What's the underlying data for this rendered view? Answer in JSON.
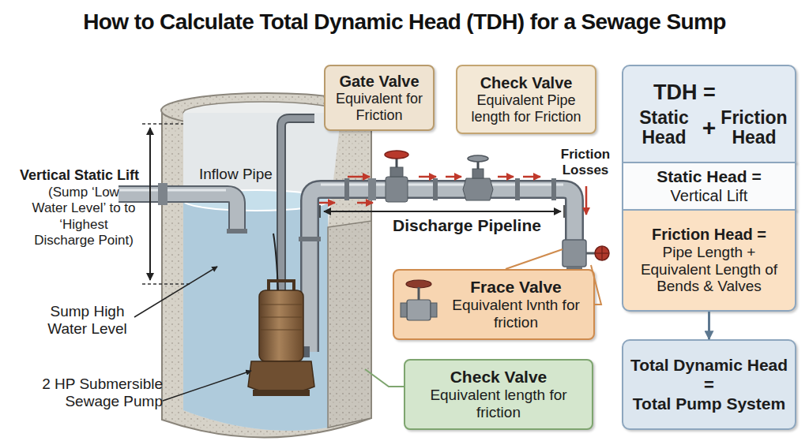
{
  "diagram": {
    "title": "How to Calculate Total Dynamic Head (TDH) for a Sewage Sump",
    "nodes": [
      {
        "text": [
          "Gate Valve",
          "Equivalent for Friction"
        ]
      },
      {
        "text": [
          "Check Valve",
          "Equivalent Pipe length for Friction"
        ]
      },
      {
        "text": [
          "TDH =",
          "Static Head",
          "+",
          "Friction Head"
        ]
      },
      {
        "text": [
          "Static Head =",
          "Vertical Lift"
        ]
      },
      {
        "text": [
          "Friction Head =",
          "Pipe Length + Equivalent Length of Bends & Valves"
        ]
      },
      {
        "text": [
          "Frace Valve",
          "Equivalent lvnth for friction"
        ]
      },
      {
        "text": [
          "Total Dynamic Head",
          "=",
          "Total Pump System"
        ]
      },
      {
        "text": [
          "Check Valve",
          "Equivalent length for friction"
        ]
      }
    ],
    "edges": [
      {
        "from": 4,
        "to": 6,
        "arrow": "to"
      }
    ],
    "labels": [
      "Vertical Static Lift",
      "(Sump ‘Low Water Level’ to to ‘Highest Discharge Point)",
      "Inflow Pipe",
      "Sump High Water Level",
      "2 HP Submersible Sewage Pump",
      "Discharge Pipeline",
      "Friction Losses"
    ]
  }
}
